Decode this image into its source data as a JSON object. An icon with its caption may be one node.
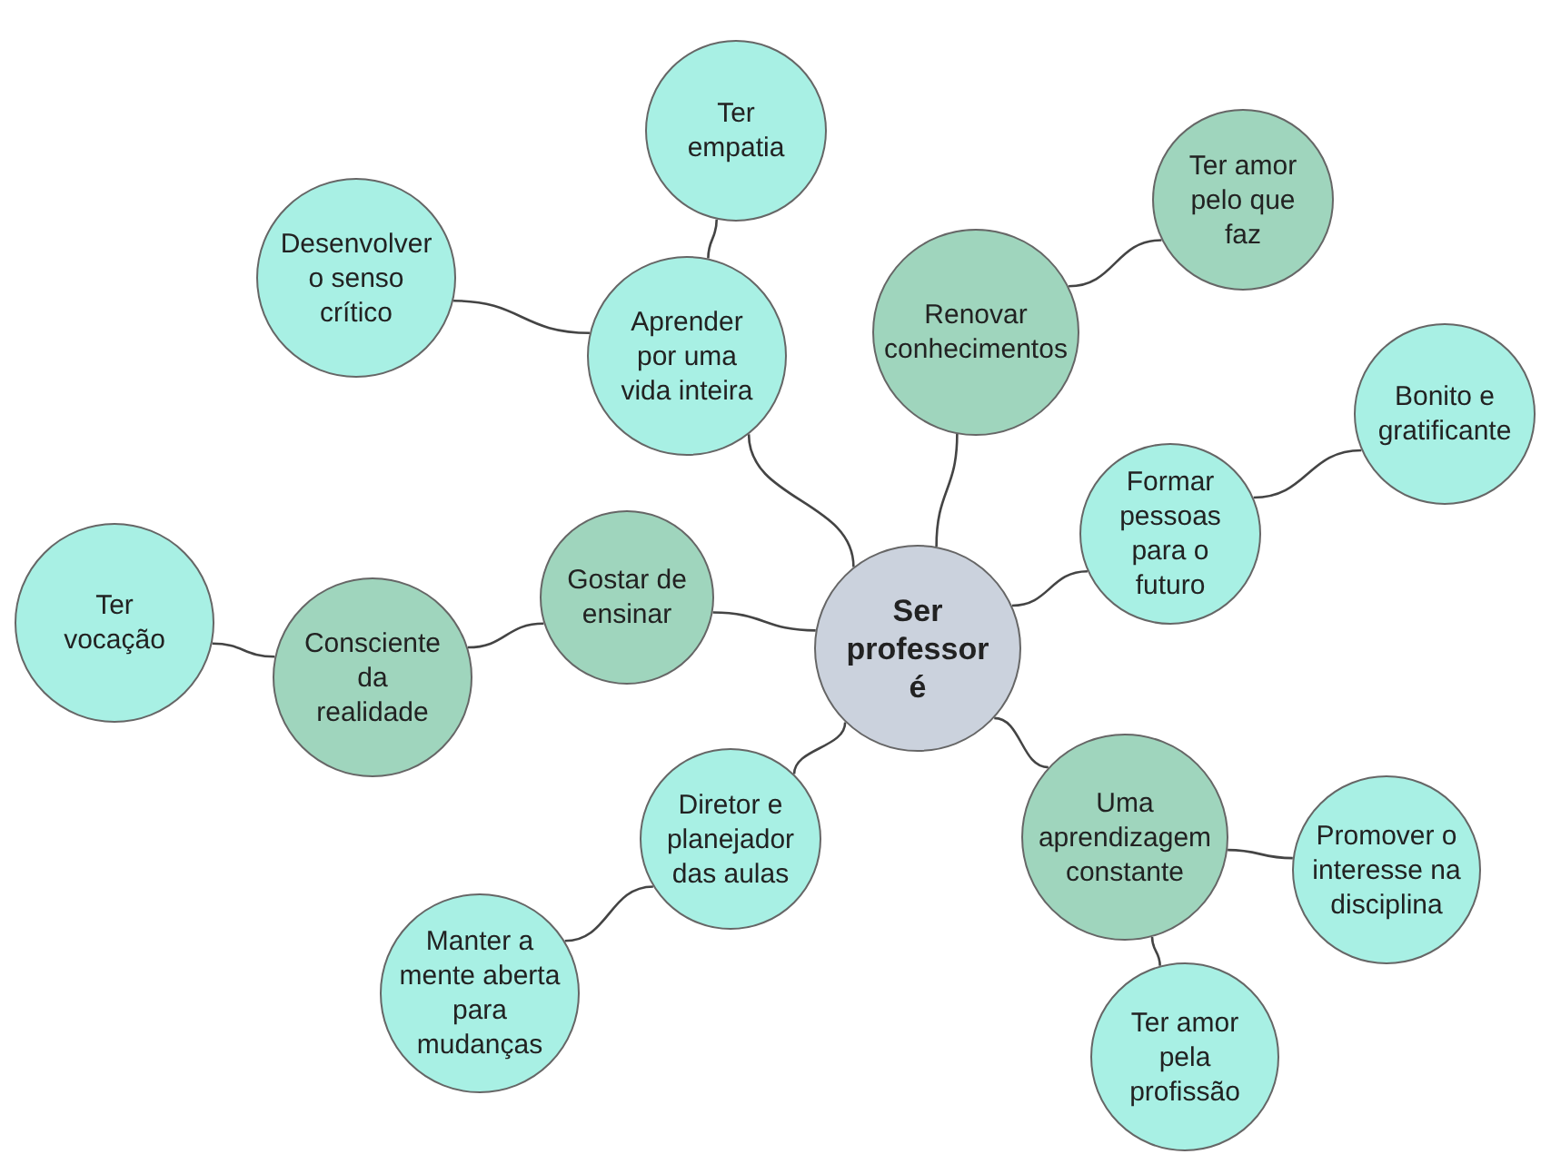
{
  "diagram": {
    "nodes": [
      {
        "text": [
          "Ser professor é"
        ]
      },
      {
        "text": [
          "Ter empatia"
        ]
      },
      {
        "text": [
          "Ter amor pelo que faz"
        ]
      },
      {
        "text": [
          "Desenvolver o senso crítico"
        ]
      },
      {
        "text": [
          "Renovar conhecimentos"
        ]
      },
      {
        "text": [
          "Aprender por uma vida inteira"
        ]
      },
      {
        "text": [
          "Bonito e gratificante"
        ]
      },
      {
        "text": [
          "Formar pessoas para o futuro"
        ]
      },
      {
        "text": [
          "Ter vocação"
        ]
      },
      {
        "text": [
          "Gostar de ensinar"
        ]
      },
      {
        "text": [
          "Consciente da realidade"
        ]
      },
      {
        "text": [
          "Diretor e planejador das aulas"
        ]
      },
      {
        "text": [
          "Uma aprendizagem constante"
        ]
      },
      {
        "text": [
          "Promover o interesse na disciplina"
        ]
      },
      {
        "text": [
          "Manter a mente aberta para mudanças"
        ]
      },
      {
        "text": [
          "Ter amor pela profissão"
        ]
      }
    ],
    "edges": [
      {
        "from": 0,
        "to": 5,
        "arrow": "none"
      },
      {
        "from": 5,
        "to": 1,
        "arrow": "none"
      },
      {
        "from": 5,
        "to": 3,
        "arrow": "none"
      },
      {
        "from": 0,
        "to": 4,
        "arrow": "none"
      },
      {
        "from": 4,
        "to": 2,
        "arrow": "none"
      },
      {
        "from": 0,
        "to": 7,
        "arrow": "none"
      },
      {
        "from": 7,
        "to": 6,
        "arrow": "none"
      },
      {
        "from": 0,
        "to": 9,
        "arrow": "none"
      },
      {
        "from": 9,
        "to": 10,
        "arrow": "none"
      },
      {
        "from": 10,
        "to": 8,
        "arrow": "none"
      },
      {
        "from": 0,
        "to": 11,
        "arrow": "none"
      },
      {
        "from": 11,
        "to": 14,
        "arrow": "none"
      },
      {
        "from": 0,
        "to": 12,
        "arrow": "none"
      },
      {
        "from": 12,
        "to": 13,
        "arrow": "none"
      },
      {
        "from": 12,
        "to": 15,
        "arrow": "none"
      }
    ]
  }
}
